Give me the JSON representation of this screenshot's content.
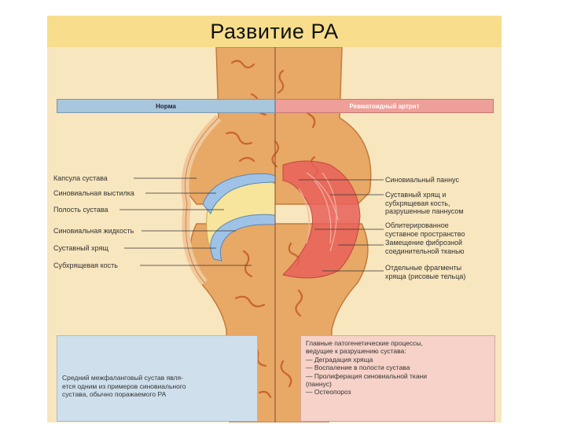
{
  "title": "Развитие РА",
  "headers": {
    "norm": "Норма",
    "ra": "Ревматоидный артрит"
  },
  "left_labels": [
    "Капсула сустава",
    "Синовиальная выстилка",
    "Полость сустава",
    "Синовиальная жидкость",
    "Суставный хрящ",
    "Субхрящевая кость"
  ],
  "right_labels": [
    "Синовиальный паннус",
    "Суставный хрящ и\nсубхрящевая кость,\nразрушенные паннусом",
    "Облитерированное\nсуставное пространство",
    "Замещение фиброзной\nсоединительной тканью",
    "Отдельные фрагменты\nхряща (рисовые тельца)"
  ],
  "finger_caption": "Средний межфаланговый сустав явля-\nется одним из примеров синовиального\nсустава, обычно поражаемого РА",
  "processes_text": "Главные патогенетические процессы,\nведущие к разрушению сустава:\n— Деградация хряща\n— Воспаление в полости сустава\n— Пролиферация синовиальной ткани\n   (паннус)\n— Остеопороз",
  "colors": {
    "title_bg": "#f7dd8c",
    "figure_bg": "#f8e6bf",
    "bone": "#e8a866",
    "bone_texture": "#c9652d",
    "cartilage": "#9fc3e6",
    "synovial_fluid": "#f6e59a",
    "pannus": "#e8615a",
    "norm_header": "#a8c6dc",
    "ra_header": "#ef9f99"
  }
}
